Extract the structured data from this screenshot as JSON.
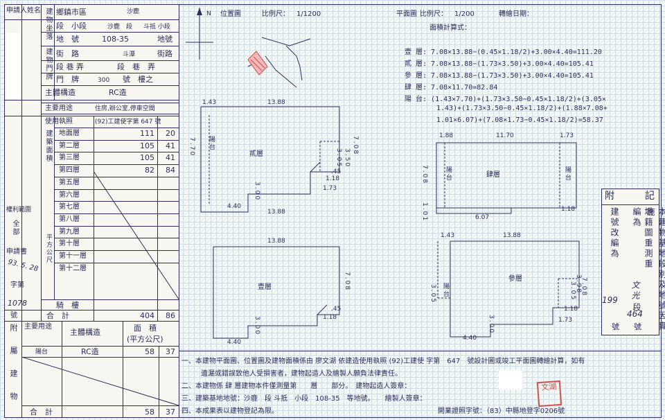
{
  "left": {
    "applicant": "申請人姓名",
    "location_header": "建物坐落",
    "county": "鄉鎮市區",
    "county_value": "沙鹿",
    "section_label": "段　小段",
    "section_value": "沙鹿　段",
    "section_small": "斗抵 小段",
    "lot_label": "地　號",
    "lot_value": "108-35",
    "lot_suffix": "地號",
    "door_header": "建物門牌",
    "street_label": "街　路",
    "street_value": "斗潭",
    "street_suffix": "街路",
    "lane_label": "段 巷 弄",
    "lane_value": "段　巷　弄",
    "number_label": "門　牌",
    "number_value": "300",
    "number_suffix": "號　樓之",
    "structure_label": "主體構造",
    "structure_value": "RC造",
    "use_label": "主要用途",
    "use_value": "住房,辦公室,停車空間",
    "license_label": "使用執照",
    "license_value": "(92)工建使字第 647 號",
    "building_area_label": "建築面積",
    "unit_label": "平方公尺",
    "floors": [
      {
        "name": "地面層",
        "int": "111",
        "dec": "20"
      },
      {
        "name": "第二層",
        "int": "105",
        "dec": "41"
      },
      {
        "name": "第三層",
        "int": "105",
        "dec": "41"
      },
      {
        "name": "第四層",
        "int": "82",
        "dec": "84"
      },
      {
        "name": "第五層",
        "int": "",
        "dec": ""
      },
      {
        "name": "第六層",
        "int": "",
        "dec": ""
      },
      {
        "name": "第七層",
        "int": "",
        "dec": ""
      },
      {
        "name": "第八層",
        "int": "",
        "dec": ""
      },
      {
        "name": "第九層",
        "int": "",
        "dec": ""
      },
      {
        "name": "第十層",
        "int": "",
        "dec": ""
      },
      {
        "name": "第十一層",
        "int": "",
        "dec": ""
      },
      {
        "name": "第十二層",
        "int": "",
        "dec": ""
      }
    ],
    "rights_label": "權利範圍",
    "rights_value": "全部",
    "apply_label": "申請書",
    "apply_date": "93. 5. 28",
    "apply_word": "字第",
    "apply_number": "1078",
    "apply_no_label": "號",
    "arcade_label": "騎　樓",
    "total_label": "合　計",
    "total_int": "404",
    "total_dec": "86",
    "attach_label": "附屬建物",
    "attach_use": "主要用途",
    "attach_structure": "主體構造",
    "attach_area": "面　積",
    "attach_unit": "(平方公尺)",
    "attach_row_use": "陽台",
    "attach_row_structure": "RC造",
    "attach_row_int": "58",
    "attach_row_dec": "37",
    "attach_total_label": "合　計",
    "attach_total_int": "58",
    "attach_total_dec": "37"
  },
  "plan": {
    "north": "N",
    "location_map": "位置圖",
    "scale_label": "比例尺：",
    "scale_loc": "1/1200",
    "plan_title": "平面圖",
    "scale_plan": "1/200",
    "draw_date": "轉繪日期：",
    "area_formula": "面積計算式："
  },
  "formulas": [
    "壹 層: 7.08×13.88−(0.45×1.18/2)+3.00×4.40=111.20",
    "貳 層: 7.08×13.88−(1.73×3.50)+3.00×4.40=105.41",
    "參 層: 7.08×13.88−(1.73×3.50)+3.00×4.40=105.41",
    "肆 層: 7.08×11.70=82.84",
    "陽 台: (1.43×7.70)+(1.73×3.50−0.45×1.18/2)+(3.05×",
    "1.43)+(1.73×3.50−0.45×1.18/2)+(1.88×7.08+",
    "1.01×6.07)+(7.08×1.73−0.45×1.18/2)=58.37"
  ],
  "floors_plan": {
    "second": "貳層",
    "fourth": "肆層",
    "first": "壹層",
    "third": "參層",
    "balcony": "陽台",
    "d1388": "13.88",
    "d770": "7.70",
    "d708": "7.08",
    "d440": "4.40",
    "d300": "3.00",
    "d143": "1.43",
    "d173": "1.73",
    "d305": "3.05",
    "d350": "3.50",
    "d118": "1.18",
    "d045": ".45",
    "d188": "1.88",
    "d1170": "11.70",
    "d607": "6.07",
    "d101": "1.01",
    "d398": "3.98"
  },
  "note": {
    "title_a": "附",
    "title_b": "記",
    "col1": "本建物基地段別及地號因實施",
    "col2": "地籍圖重測重編為",
    "col2_hand1": "文光",
    "col2_end": "段",
    "col3a": "建號改編為",
    "hand_199": "199",
    "hand_464": "464",
    "no_a": "號",
    "no_b": "號"
  },
  "footer": [
    "一、本建物平面圖、位置圖及建物面積係由 廖文湖 依建造使用執照 (92)工建使 字第　647　號設計圖或竣工平面圖轉繪計算，如有",
    "遺漏或錯誤致他人受損害者，建物起造人及繪製人願負法律責任。",
    "二、本建物係 肆 層建物本件僅測量第　　層　　部分。　建物起造人簽章：",
    "三、建築基地地號：沙鹿　段 斗抵　小段　108-35　等地號。　　繪製人簽章：",
    "四、本成果表以建物登記為限。",
    "開業證照字號：（83）中縣地登字0206號"
  ],
  "seal": "文湖"
}
